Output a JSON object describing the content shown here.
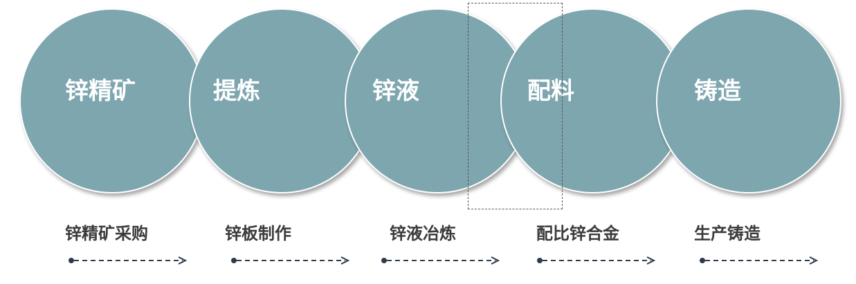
{
  "stages": [
    {
      "circle_label": "锌精矿",
      "step_label": "锌精矿采购"
    },
    {
      "circle_label": "提炼",
      "step_label": "锌板制作"
    },
    {
      "circle_label": "锌液",
      "step_label": "锌液冶炼"
    },
    {
      "circle_label": "配料",
      "step_label": "配比锌合金"
    },
    {
      "circle_label": "铸造",
      "step_label": "生产铸造"
    }
  ],
  "colors": {
    "circle_fill": "#7ea6af",
    "circle_text": "#ffffff",
    "step_text": "#3b3b3b",
    "arrow": "#2f3b4c"
  }
}
